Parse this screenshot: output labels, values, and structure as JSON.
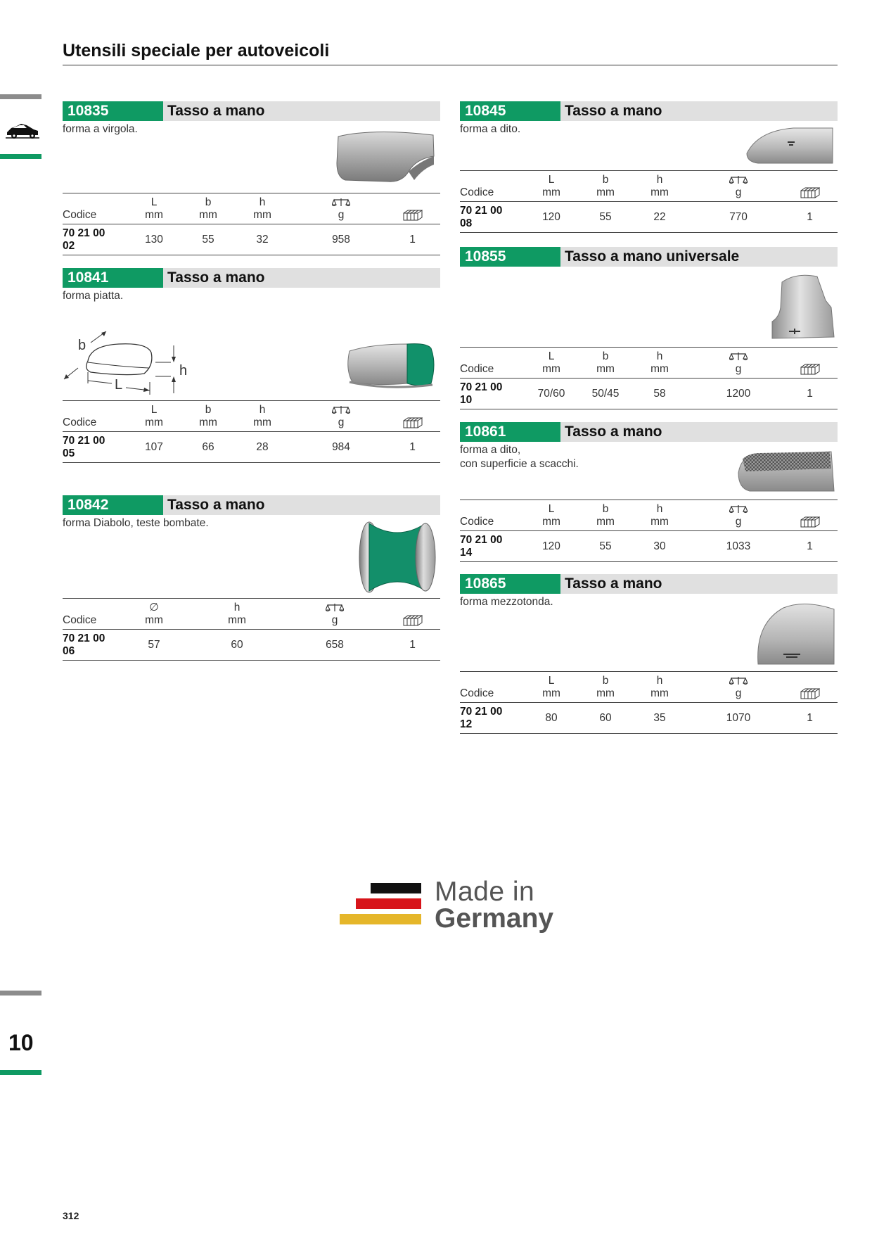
{
  "page": {
    "title": "Utensili speciale per autoveicoli",
    "chapter": "10",
    "page_number": "312"
  },
  "colors": {
    "brand_green": "#0f9a63",
    "header_gray": "#e0e0e0",
    "side_gray": "#8c8c8c"
  },
  "labels": {
    "codice": "Codice",
    "L": "L",
    "b": "b",
    "h": "h",
    "diameter": "∅",
    "mm": "mm",
    "g": "g"
  },
  "diagram": {
    "b": "b",
    "L": "L",
    "h": "h"
  },
  "products": [
    {
      "id": "10835",
      "name": "Tasso a mano",
      "desc": "forma a virgola.",
      "row": {
        "code": "70 21 00 02",
        "L": "130",
        "b": "55",
        "h": "32",
        "g": "958",
        "qty": "1"
      }
    },
    {
      "id": "10841",
      "name": "Tasso a mano",
      "desc": "forma piatta.",
      "row": {
        "code": "70 21 00 05",
        "L": "107",
        "b": "66",
        "h": "28",
        "g": "984",
        "qty": "1"
      }
    },
    {
      "id": "10842",
      "name": "Tasso a mano",
      "desc": "forma Diabolo, teste bombate.",
      "row": {
        "code": "70 21 00 06",
        "d": "57",
        "h": "60",
        "g": "658",
        "qty": "1"
      }
    },
    {
      "id": "10845",
      "name": "Tasso a mano",
      "desc": "forma a dito.",
      "row": {
        "code": "70 21 00 08",
        "L": "120",
        "b": "55",
        "h": "22",
        "g": "770",
        "qty": "1"
      }
    },
    {
      "id": "10855",
      "name": "Tasso a mano universale",
      "desc": "",
      "row": {
        "code": "70 21 00 10",
        "L": "70/60",
        "b": "50/45",
        "h": "58",
        "g": "1200",
        "qty": "1"
      }
    },
    {
      "id": "10861",
      "name": "Tasso a mano",
      "desc": "forma a dito,",
      "desc2": "con superficie a scacchi.",
      "row": {
        "code": "70 21 00 14",
        "L": "120",
        "b": "55",
        "h": "30",
        "g": "1033",
        "qty": "1"
      }
    },
    {
      "id": "10865",
      "name": "Tasso a mano",
      "desc": "forma mezzotonda.",
      "row": {
        "code": "70 21 00 12",
        "L": "80",
        "b": "60",
        "h": "35",
        "g": "1070",
        "qty": "1"
      }
    }
  ],
  "made_in": {
    "line1": "Made in",
    "line2": "Germany"
  }
}
